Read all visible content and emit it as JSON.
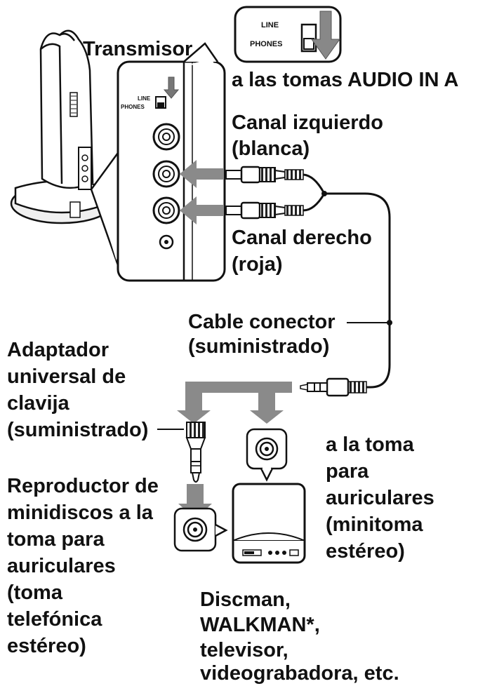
{
  "labels": {
    "transmitter": "Transmisor",
    "switch_line": "LINE",
    "switch_phones": "PHONES",
    "to_jacks": "a las tomas AUDIO IN A",
    "left_channel": [
      "Canal izquierdo",
      "(blanca)"
    ],
    "right_channel": [
      "Canal derecho",
      "(roja)"
    ],
    "cable": [
      "Cable conector",
      "(suministrado)"
    ],
    "adapter": [
      "Adaptador",
      "universal de",
      "clavija",
      "(suministrado)"
    ],
    "md_player": [
      "Reproductor de",
      "minidiscos a la",
      "toma para",
      "auriculares",
      "(toma",
      "telefónica",
      "estéreo)"
    ],
    "headphone_jack": [
      "a la toma",
      "para",
      "auriculares",
      "(minitoma",
      "estéreo)"
    ],
    "devices": [
      "Discman,",
      "WALKMAN*,",
      "televisor,",
      "videograbadora, etc."
    ]
  }
}
